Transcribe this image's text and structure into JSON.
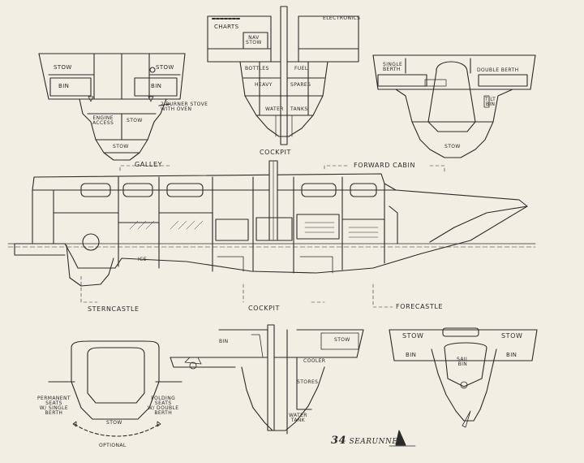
{
  "labels": {
    "stow_galley_l": "STOW",
    "stow_galley_r": "STOW",
    "bin_galley_l": "BIN",
    "bin_galley_r": "BIN",
    "engine_access": "ENGINE\nACCESS",
    "stow_galley_low": "STOW",
    "stove": "2 BURNER STOVE\nWITH OVEN",
    "stow_galley_bottom": "STOW",
    "charts": "CHARTS",
    "electronics": "ELECTRONICS",
    "nav_stow": "NAV\nSTOW",
    "bottles": "BOTTLES",
    "fuel": "FUEL",
    "heavy": "HEAVY",
    "spares": "SPARES",
    "water": "WATER",
    "tanks": "TANKS",
    "single_berth": "SINGLE\nBERTH",
    "double_berth": "DOUBLE BERTH",
    "tilt_bin": "TILT\nBIN",
    "stow_fwd_cabin": "STOW",
    "cockpit_top": "COCKPIT",
    "galley": "GALLEY",
    "forward_cabin": "FORWARD CABIN",
    "ice": "ICE",
    "sterncastle": "STERNCASTLE",
    "cockpit_bottom": "COCKPIT",
    "forecastle": "FORECASTLE",
    "stow_fc_l": "STOW",
    "stow_fc_r": "STOW",
    "bin_fc_l": "BIN",
    "bin_fc_r": "BIN",
    "sail_bin": "SAIL\nBIN",
    "bin_cockpit": "BIN",
    "stow_cockpit": "STOW",
    "cooler": "COOLER",
    "stores": "STORES",
    "water_tank": "WATER\nTANK",
    "permanent_seats": "PERMANENT\nSEATS\nW/ SINGLE\nBERTH",
    "folding_seats": "FOLDING\nSEATS\nW/ DOUBLE\nBERTH",
    "stow_stern": "STOW",
    "optional": "OPTIONAL",
    "title_num": "34",
    "title_name": "SEARUNNER"
  }
}
